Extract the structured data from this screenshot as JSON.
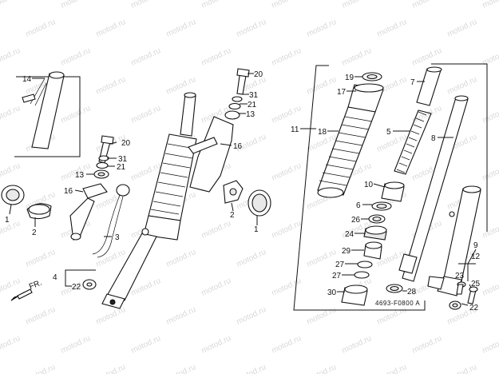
{
  "watermark": "motod.ru",
  "diagram_code": "4693-F0800 A",
  "direction_label": "FR.",
  "callouts": [
    {
      "id": "c-14",
      "text": "14"
    },
    {
      "id": "c-20a",
      "text": "20"
    },
    {
      "id": "c-31a",
      "text": "31"
    },
    {
      "id": "c-21a",
      "text": "21"
    },
    {
      "id": "c-13a",
      "text": "13"
    },
    {
      "id": "c-16a",
      "text": "16"
    },
    {
      "id": "c-1a",
      "text": "1"
    },
    {
      "id": "c-2a",
      "text": "2"
    },
    {
      "id": "c-3",
      "text": "3"
    },
    {
      "id": "c-4",
      "text": "4"
    },
    {
      "id": "c-22a",
      "text": "22"
    },
    {
      "id": "c-20b",
      "text": "20"
    },
    {
      "id": "c-31b",
      "text": "31"
    },
    {
      "id": "c-21b",
      "text": "21"
    },
    {
      "id": "c-13b",
      "text": "13"
    },
    {
      "id": "c-16b",
      "text": "16"
    },
    {
      "id": "c-2b",
      "text": "2"
    },
    {
      "id": "c-1b",
      "text": "1"
    },
    {
      "id": "c-19",
      "text": "19"
    },
    {
      "id": "c-17",
      "text": "17"
    },
    {
      "id": "c-11",
      "text": "11"
    },
    {
      "id": "c-18",
      "text": "18"
    },
    {
      "id": "c-7",
      "text": "7"
    },
    {
      "id": "c-5",
      "text": "5"
    },
    {
      "id": "c-8",
      "text": "8"
    },
    {
      "id": "c-10",
      "text": "10"
    },
    {
      "id": "c-6",
      "text": "6"
    },
    {
      "id": "c-26",
      "text": "26"
    },
    {
      "id": "c-24",
      "text": "24"
    },
    {
      "id": "c-29",
      "text": "29"
    },
    {
      "id": "c-27a",
      "text": "27"
    },
    {
      "id": "c-27b",
      "text": "27"
    },
    {
      "id": "c-30",
      "text": "30"
    },
    {
      "id": "c-28",
      "text": "28"
    },
    {
      "id": "c-9",
      "text": "9"
    },
    {
      "id": "c-12",
      "text": "12"
    },
    {
      "id": "c-23",
      "text": "23"
    },
    {
      "id": "c-25",
      "text": "25"
    },
    {
      "id": "c-22b",
      "text": "22"
    }
  ]
}
